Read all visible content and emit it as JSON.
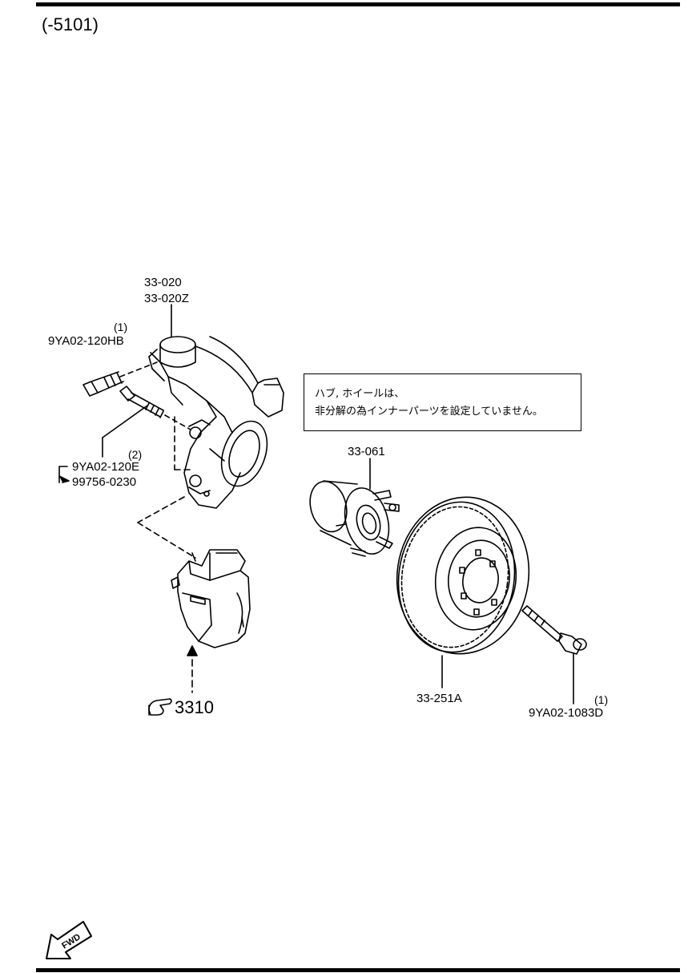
{
  "header": {
    "range_code": "(-5101)"
  },
  "note": {
    "line1": "ハブ, ホイールは、",
    "line2": "非分解の為インナーパーツを設定していません。"
  },
  "parts": {
    "knuckle_part_1": "33-020",
    "knuckle_part_2": "33-020Z",
    "bolt_upper_qty": "(1)",
    "bolt_upper_part": "9YA02-120HB",
    "bolt_lower_qty": "(2)",
    "bolt_lower_part_1": "9YA02-120E",
    "bolt_lower_part_2": "99756-0230",
    "hub_part": "33-061",
    "disc_part": "33-251A",
    "hub_bolt_qty": "(1)",
    "hub_bolt_part": "9YA02-1083D",
    "caliper_ref": "3310"
  },
  "icons": {
    "reference": "pointing-hand-icon",
    "direction": "fwd-arrow-icon"
  },
  "fwd_label": "FWD",
  "colors": {
    "line": "#000000",
    "background": "#ffffff"
  }
}
